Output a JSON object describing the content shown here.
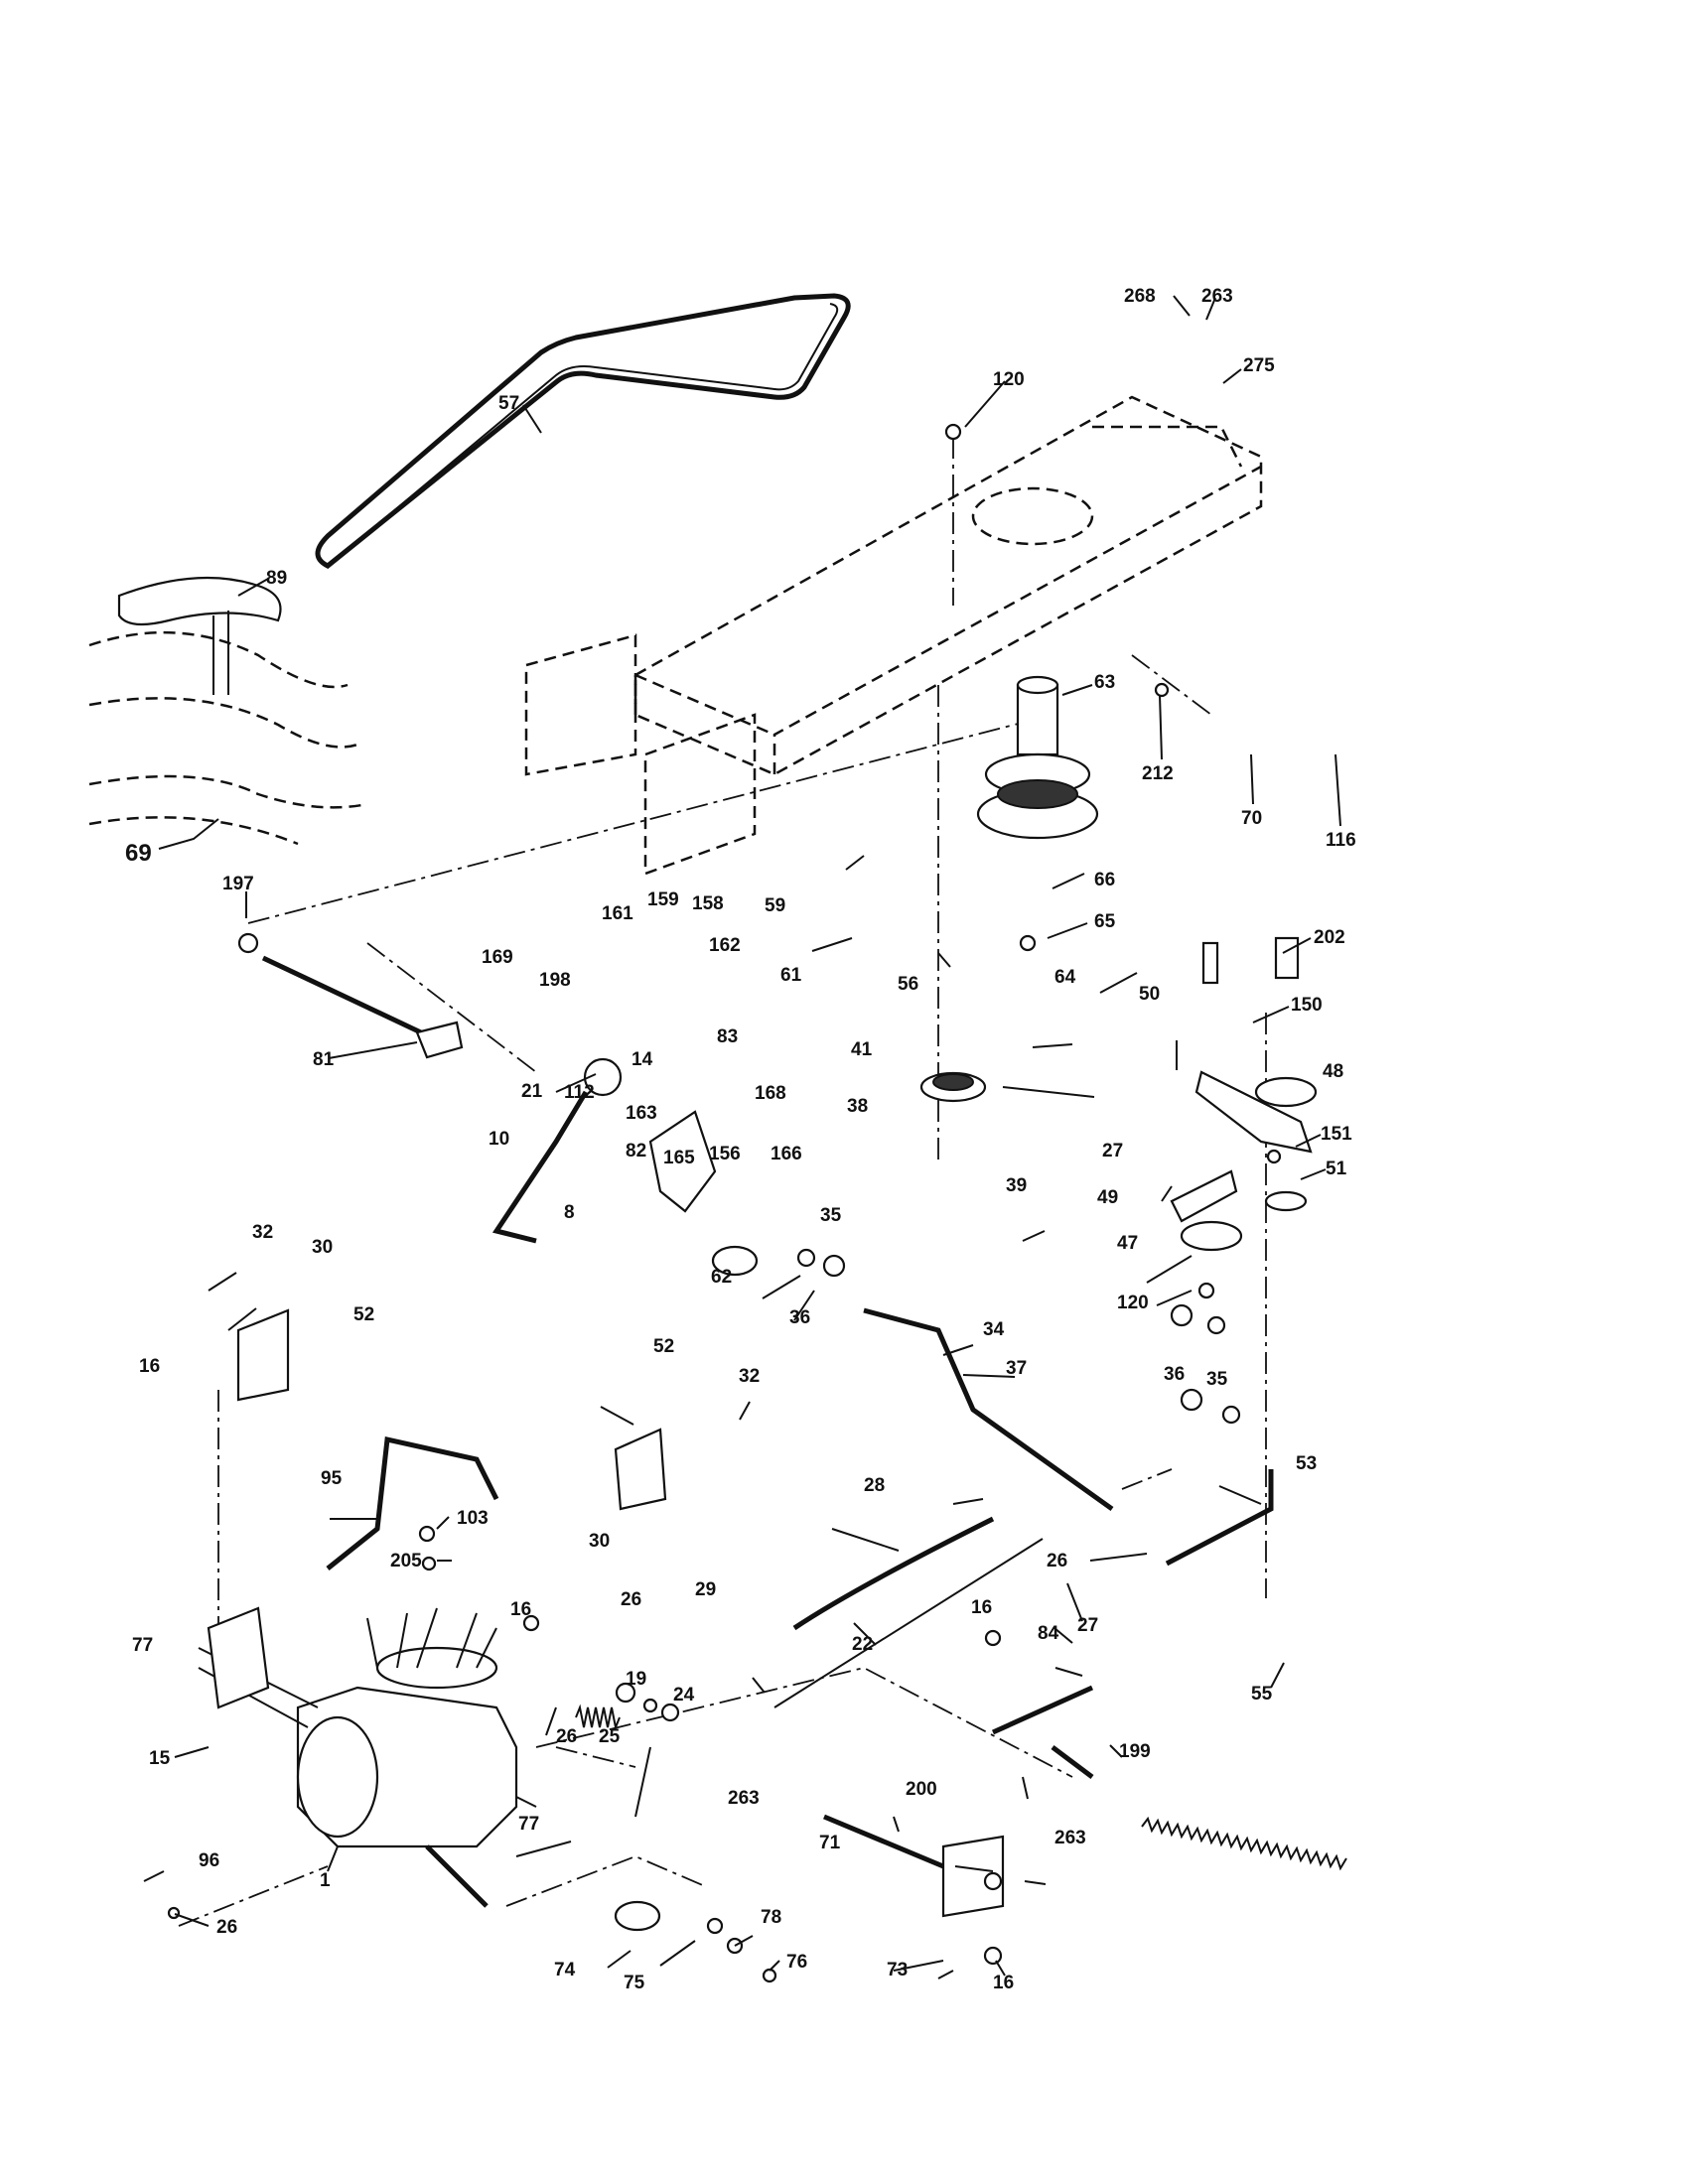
{
  "diagram": {
    "callouts": [
      {
        "id": "c268",
        "text": "268"
      },
      {
        "id": "c263a",
        "text": "263"
      },
      {
        "id": "c275",
        "text": "275"
      },
      {
        "id": "c120a",
        "text": "120"
      },
      {
        "id": "c57",
        "text": "57"
      },
      {
        "id": "c89",
        "text": "89"
      },
      {
        "id": "c63",
        "text": "63"
      },
      {
        "id": "c212",
        "text": "212"
      },
      {
        "id": "c70",
        "text": "70"
      },
      {
        "id": "c116",
        "text": "116"
      },
      {
        "id": "c69",
        "text": "69"
      },
      {
        "id": "c197",
        "text": "197"
      },
      {
        "id": "c161",
        "text": "161"
      },
      {
        "id": "c159",
        "text": "159"
      },
      {
        "id": "c158",
        "text": "158"
      },
      {
        "id": "c169",
        "text": "169"
      },
      {
        "id": "c198",
        "text": "198"
      },
      {
        "id": "c162",
        "text": "162"
      },
      {
        "id": "c59",
        "text": "59"
      },
      {
        "id": "c66",
        "text": "66"
      },
      {
        "id": "c61",
        "text": "61"
      },
      {
        "id": "c56",
        "text": "56"
      },
      {
        "id": "c65",
        "text": "65"
      },
      {
        "id": "c64",
        "text": "64"
      },
      {
        "id": "c202",
        "text": "202"
      },
      {
        "id": "c50",
        "text": "50"
      },
      {
        "id": "c150",
        "text": "150"
      },
      {
        "id": "c81",
        "text": "81"
      },
      {
        "id": "c14",
        "text": "14"
      },
      {
        "id": "c83",
        "text": "83"
      },
      {
        "id": "c112",
        "text": "112"
      },
      {
        "id": "c163",
        "text": "163"
      },
      {
        "id": "c41",
        "text": "41"
      },
      {
        "id": "c21",
        "text": "21"
      },
      {
        "id": "c168",
        "text": "168"
      },
      {
        "id": "c48",
        "text": "48"
      },
      {
        "id": "c38",
        "text": "38"
      },
      {
        "id": "c27a",
        "text": "27"
      },
      {
        "id": "c151",
        "text": "151"
      },
      {
        "id": "c10",
        "text": "10"
      },
      {
        "id": "c82",
        "text": "82"
      },
      {
        "id": "c165",
        "text": "165"
      },
      {
        "id": "c156",
        "text": "156"
      },
      {
        "id": "c166",
        "text": "166"
      },
      {
        "id": "c51",
        "text": "51"
      },
      {
        "id": "c39",
        "text": "39"
      },
      {
        "id": "c49",
        "text": "49"
      },
      {
        "id": "c8",
        "text": "8"
      },
      {
        "id": "c35a",
        "text": "35"
      },
      {
        "id": "c47",
        "text": "47"
      },
      {
        "id": "c32a",
        "text": "32"
      },
      {
        "id": "c30a",
        "text": "30"
      },
      {
        "id": "c62",
        "text": "62"
      },
      {
        "id": "c36a",
        "text": "36"
      },
      {
        "id": "c120b",
        "text": "120"
      },
      {
        "id": "c52a",
        "text": "52"
      },
      {
        "id": "c16a",
        "text": "16"
      },
      {
        "id": "c34",
        "text": "34"
      },
      {
        "id": "c52b",
        "text": "52"
      },
      {
        "id": "c37",
        "text": "37"
      },
      {
        "id": "c32b",
        "text": "32"
      },
      {
        "id": "c36b",
        "text": "36"
      },
      {
        "id": "c35b",
        "text": "35"
      },
      {
        "id": "c95",
        "text": "95"
      },
      {
        "id": "c103",
        "text": "103"
      },
      {
        "id": "c53",
        "text": "53"
      },
      {
        "id": "c30b",
        "text": "30"
      },
      {
        "id": "c28",
        "text": "28"
      },
      {
        "id": "c205",
        "text": "205"
      },
      {
        "id": "c26a",
        "text": "26"
      },
      {
        "id": "c29",
        "text": "29"
      },
      {
        "id": "c27b",
        "text": "27"
      },
      {
        "id": "c77a",
        "text": "77"
      },
      {
        "id": "c16b",
        "text": "16"
      },
      {
        "id": "c26b",
        "text": "26"
      },
      {
        "id": "c22",
        "text": "22"
      },
      {
        "id": "c16c",
        "text": "16"
      },
      {
        "id": "c84",
        "text": "84"
      },
      {
        "id": "c19",
        "text": "19"
      },
      {
        "id": "c24",
        "text": "24"
      },
      {
        "id": "c55",
        "text": "55"
      },
      {
        "id": "c26c",
        "text": "26"
      },
      {
        "id": "c25",
        "text": "25"
      },
      {
        "id": "c199",
        "text": "199"
      },
      {
        "id": "c15",
        "text": "15"
      },
      {
        "id": "c200",
        "text": "200"
      },
      {
        "id": "c263b",
        "text": "263"
      },
      {
        "id": "c77b",
        "text": "77"
      },
      {
        "id": "c71",
        "text": "71"
      },
      {
        "id": "c263c",
        "text": "263"
      },
      {
        "id": "c96",
        "text": "96"
      },
      {
        "id": "c1",
        "text": "1"
      },
      {
        "id": "c78",
        "text": "78"
      },
      {
        "id": "c26d",
        "text": "26"
      },
      {
        "id": "c74",
        "text": "74"
      },
      {
        "id": "c76",
        "text": "76"
      },
      {
        "id": "c73",
        "text": "73"
      },
      {
        "id": "c75",
        "text": "75"
      },
      {
        "id": "c16d",
        "text": "16"
      }
    ]
  }
}
